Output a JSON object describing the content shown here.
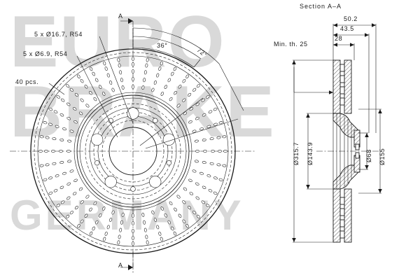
{
  "drawing": {
    "watermark": {
      "line1": "EURO",
      "line2": "BRAKE",
      "line3": "GERMANY"
    },
    "front_view": {
      "section_marker_top": "A",
      "section_marker_bottom": "A",
      "callouts": [
        {
          "id": "bolt-holes",
          "text": "5 x Ø16.7, R54"
        },
        {
          "id": "small-holes",
          "text": "5 x Ø6.9, R54"
        },
        {
          "id": "drilled-holes",
          "text": "40 pcs."
        }
      ],
      "angles": [
        {
          "id": "angle-36",
          "text": "36°"
        },
        {
          "id": "angle-72",
          "text": "72°"
        }
      ]
    },
    "section_view": {
      "title": "Section A–A",
      "min_thickness": "Min. th. 25",
      "horizontal_dims": [
        {
          "id": "overall-width",
          "text": "50.2"
        },
        {
          "id": "hat-offset",
          "text": "43.5"
        },
        {
          "id": "disc-thickness",
          "text": "28"
        }
      ],
      "vertical_dims": [
        {
          "id": "outer-diameter",
          "text": "Ø315.7"
        },
        {
          "id": "inner-friction-diameter",
          "text": "Ø143.9"
        },
        {
          "id": "center-bore",
          "text": "Ø68"
        },
        {
          "id": "hat-diameter",
          "text": "Ø155"
        }
      ]
    }
  },
  "chart_data": {
    "type": "table",
    "title": "Brake disc technical drawing",
    "categories": [
      "50.2",
      "43.5",
      "28",
      "Min. th. 25",
      "Ø315.7",
      "Ø143.9",
      "Ø68",
      "Ø155",
      "5 x Ø16.7, R54",
      "5 x Ø6.9, R54",
      "40 pcs.",
      "36°",
      "72°"
    ],
    "values": [
      50.2,
      43.5,
      28,
      25,
      315.7,
      143.9,
      68,
      155,
      16.7,
      6.9,
      40,
      36,
      72
    ]
  }
}
